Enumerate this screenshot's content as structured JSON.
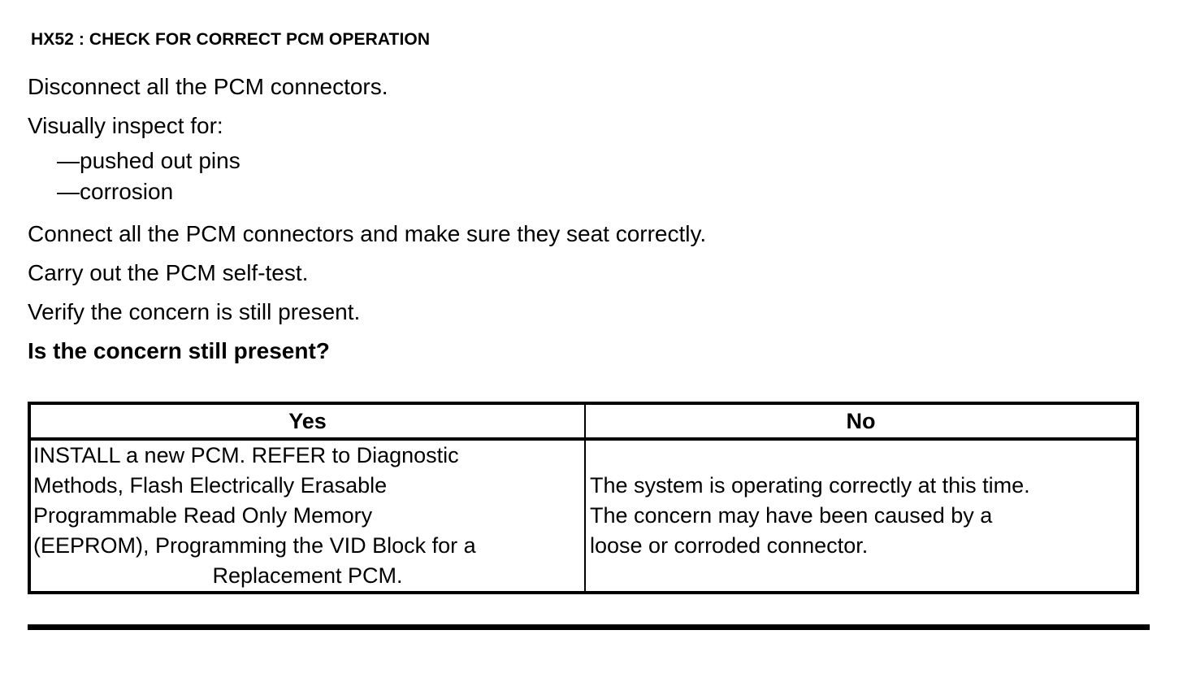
{
  "document": {
    "title": "HX52 : CHECK FOR CORRECT PCM OPERATION",
    "steps": [
      {
        "text": "Disconnect all the PCM connectors.",
        "bold": false
      },
      {
        "text": "Visually inspect for:",
        "bold": false
      }
    ],
    "sub_items": [
      "—pushed out pins",
      "—corrosion"
    ],
    "steps_after": [
      {
        "text": "Connect all the PCM connectors and make sure they seat correctly.",
        "bold": false
      },
      {
        "text": "Carry out the PCM self-test.",
        "bold": false
      },
      {
        "text": "Verify the concern is still present.",
        "bold": false
      },
      {
        "text": "Is the concern still present?",
        "bold": true
      }
    ]
  },
  "decision_table": {
    "headers": {
      "yes": "Yes",
      "no": "No"
    },
    "yes_cell": {
      "lines": [
        "INSTALL a new PCM. REFER to Diagnostic",
        "Methods, Flash Electrically Erasable",
        "Programmable Read Only Memory",
        "(EEPROM), Programming the VID Block for a",
        "Replacement PCM."
      ]
    },
    "no_cell": {
      "lines": [
        "The system is operating correctly at this time.",
        "The concern may have been caused by a",
        "loose or corroded connector."
      ]
    }
  },
  "colors": {
    "ink": "#000000",
    "paper": "#ffffff"
  }
}
